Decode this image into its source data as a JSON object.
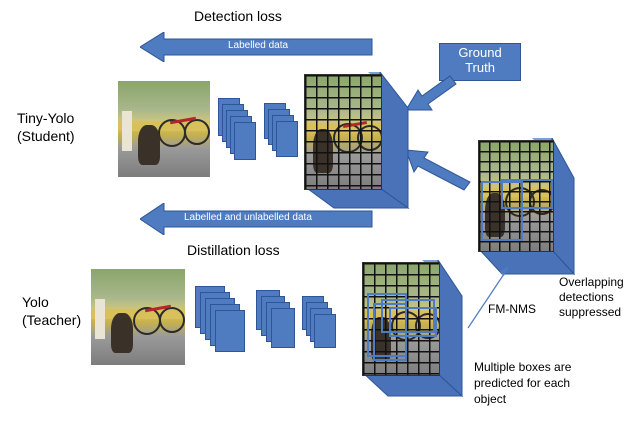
{
  "labels": {
    "detection_loss": "Detection loss",
    "distillation_loss": "Distillation loss",
    "labelled_data": "Labelled data",
    "labelled_unlabelled_data": "Labelled and unlabelled data",
    "tiny_yolo_line1": "Tiny-Yolo",
    "tiny_yolo_line2": "(Student)",
    "yolo_line1": "Yolo",
    "yolo_line2": "(Teacher)",
    "ground_truth_line1": "Ground",
    "ground_truth_line2": "Truth",
    "fm_nms": "FM-NMS",
    "overlapping_line1": "Overlapping",
    "overlapping_line2": "detections",
    "overlapping_line3": "suppressed",
    "multiple_line1": "Multiple boxes are",
    "multiple_line2": "predicted for each",
    "multiple_line3": "object"
  },
  "colors": {
    "accent": "#4f7bc0",
    "accent_dark": "#2e5597",
    "cube_side": "#4a72b8",
    "cube_top": "#7b9fd6"
  }
}
